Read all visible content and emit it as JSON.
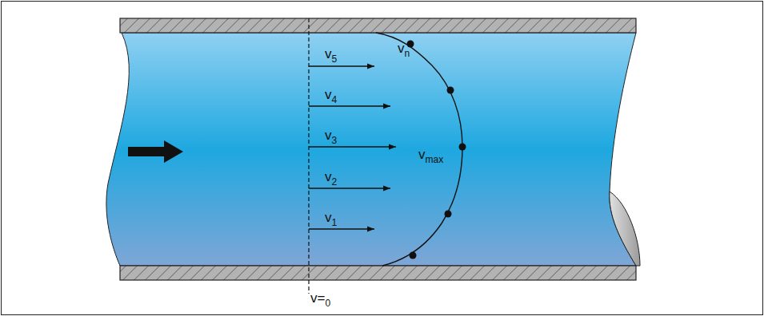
{
  "diagram": {
    "labels": [
      "v5",
      "v4",
      "v3",
      "v2",
      "v1",
      "vn",
      "vmax",
      "v=0"
    ]
  }
}
